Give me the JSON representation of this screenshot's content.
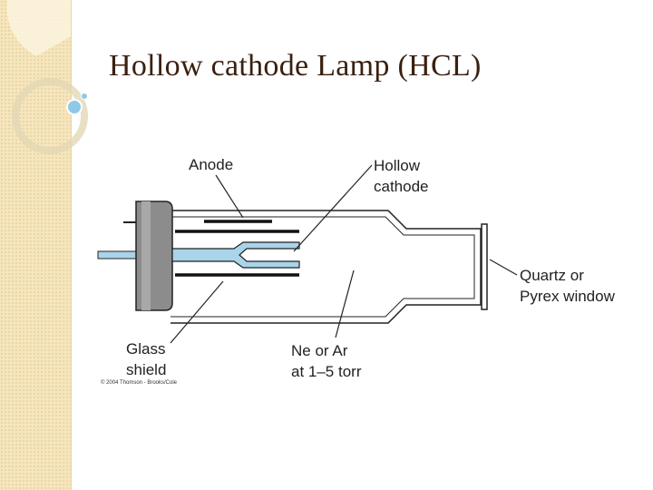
{
  "slide": {
    "title": "Hollow cathode Lamp (HCL)"
  },
  "diagram": {
    "labels": {
      "anode": "Anode",
      "hollow_cathode_line1": "Hollow",
      "hollow_cathode_line2": "cathode",
      "window_line1": "Quartz or",
      "window_line2": "Pyrex window",
      "glass_shield_line1": "Glass",
      "glass_shield_line2": "shield",
      "gas_line1": "Ne or Ar",
      "gas_line2": "at 1–5 torr"
    },
    "credit": "© 2004 Thomson - Brooks/Cole"
  },
  "colors": {
    "sidebar": "#f6e6bd",
    "title": "#3a2010",
    "cathode_blue": "#a9d4ea",
    "base_gray": "#8c8c8c"
  }
}
